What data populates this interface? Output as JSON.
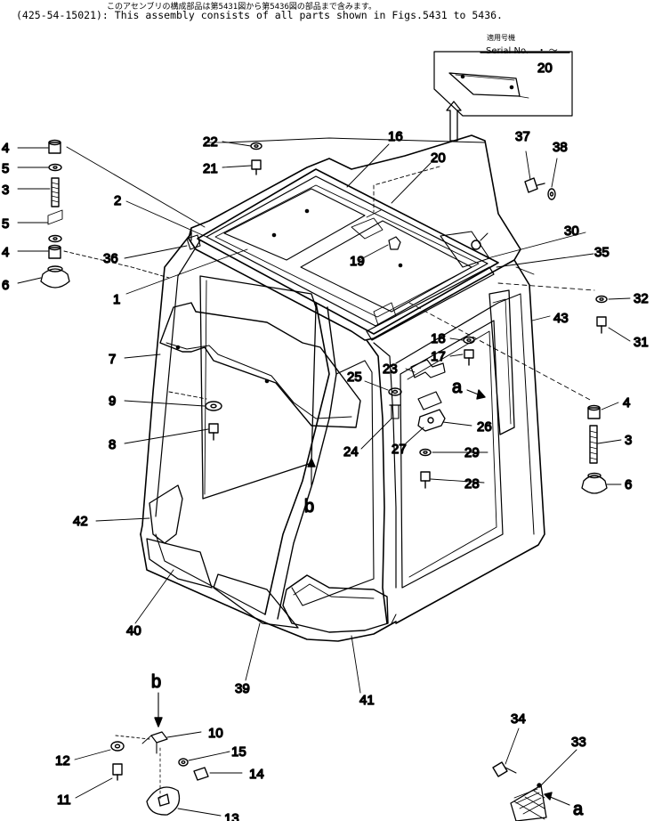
{
  "header": {
    "japanese_note": "このアセンブリの構成部品は第5431図から第5436図の部品まで含みます。",
    "english_note": "(425-54-15021): This assembly consists of all parts shown in Figs.5431 to 5436."
  },
  "serial_box": {
    "label_jp": "適用号機",
    "label_en": "Serial No.",
    "range": "・ ～"
  },
  "callouts": {
    "c1": "1",
    "c2": "2",
    "c3a": "3",
    "c3b": "3",
    "c4a": "4",
    "c4b": "4",
    "c4c": "4",
    "c5a": "5",
    "c5b": "5",
    "c6a": "6",
    "c6b": "6",
    "c7": "7",
    "c8": "8",
    "c9": "9",
    "c10": "10",
    "c11": "11",
    "c12": "12",
    "c13": "13",
    "c14": "14",
    "c15": "15",
    "c16": "16",
    "c17": "17",
    "c18": "18",
    "c19": "19",
    "c20a": "20",
    "c20b": "20",
    "c21": "21",
    "c22": "22",
    "c23": "23",
    "c24": "24",
    "c25": "25",
    "c26": "26",
    "c27": "27",
    "c28": "28",
    "c29": "29",
    "c30": "30",
    "c31": "31",
    "c32": "32",
    "c33": "33",
    "c34": "34",
    "c35": "35",
    "c36": "36",
    "c37": "37",
    "c38": "38",
    "c39": "39",
    "c40": "40",
    "c41": "41",
    "c42": "42",
    "c43": "43"
  },
  "view_markers": {
    "a1": "a",
    "a2": "a",
    "b1": "b",
    "b2": "b"
  }
}
